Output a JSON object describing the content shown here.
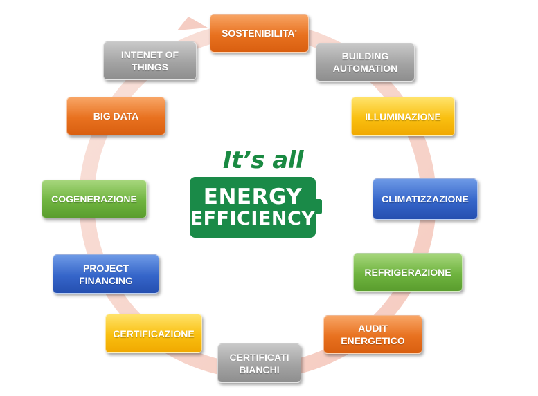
{
  "center": {
    "tagline": "It’s all",
    "line1": "ENERGY",
    "line2": "EFFICIENCY"
  },
  "nodes": [
    {
      "id": "sostenibilita",
      "label": "SOSTENIBILITA'",
      "color": "orange"
    },
    {
      "id": "building-automation",
      "label": "BUILDING\nAUTOMATION",
      "color": "gray"
    },
    {
      "id": "illuminazione",
      "label": "ILLUMINAZIONE",
      "color": "yellow"
    },
    {
      "id": "climatizzazione",
      "label": "CLIMATIZZAZIONE",
      "color": "blue"
    },
    {
      "id": "refrigerazione",
      "label": "REFRIGERAZIONE",
      "color": "green"
    },
    {
      "id": "audit-energetico",
      "label": "AUDIT\nENERGETICO",
      "color": "orange"
    },
    {
      "id": "certificati-bianchi",
      "label": "CERTIFICATI\nBIANCHI",
      "color": "gray"
    },
    {
      "id": "certificazione",
      "label": "CERTIFICAZIONE",
      "color": "yellow"
    },
    {
      "id": "project-financing",
      "label": "PROJECT\nFINANCING",
      "color": "blue"
    },
    {
      "id": "cogenerazione",
      "label": "COGENERAZIONE",
      "color": "green"
    },
    {
      "id": "big-data",
      "label": "BIG DATA",
      "color": "orange"
    },
    {
      "id": "internet-of-things",
      "label": "INTENET OF\nTHINGS",
      "color": "gray"
    }
  ],
  "colors": {
    "orange": "#e8711f",
    "gray": "#a3a3a3",
    "yellow": "#f9bf10",
    "blue": "#3565c9",
    "green": "#6fb43f",
    "brand_green": "#1a8a48",
    "ring": "#f4c8bd"
  }
}
